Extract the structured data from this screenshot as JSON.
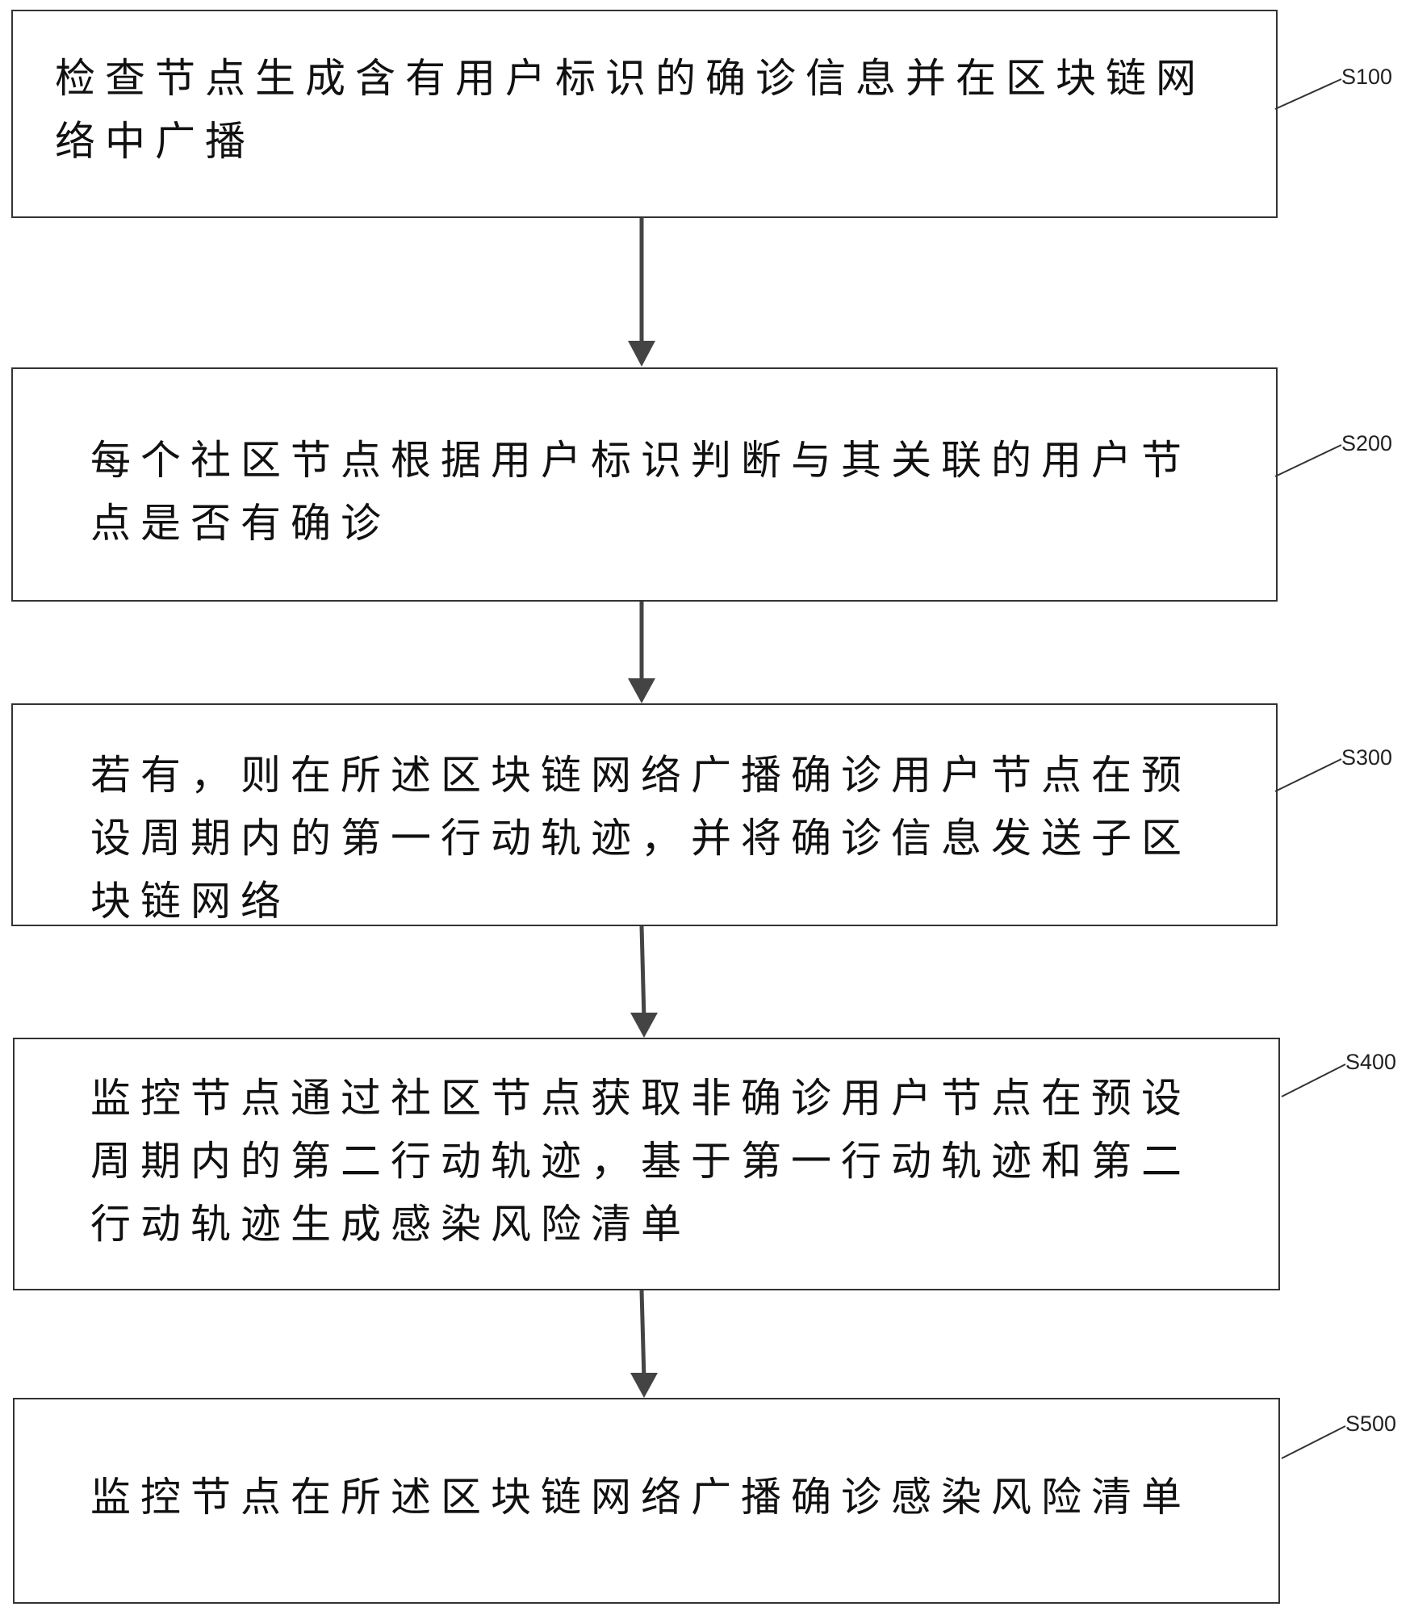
{
  "steps": [
    {
      "id": "S100",
      "text": "检查节点生成含有用户标识的确诊信息并在区块链网\n络中广播"
    },
    {
      "id": "S200",
      "text": "每个社区节点根据用户标识判断与其关联的用户节\n点是否有确诊"
    },
    {
      "id": "S300",
      "text": "若有，则在所述区块链网络广播确诊用户节点在预\n设周期内的第一行动轨迹，并将确诊信息发送子区\n块链网络"
    },
    {
      "id": "S400",
      "text": "监控节点通过社区节点获取非确诊用户节点在预设\n周期内的第二行动轨迹，基于第一行动轨迹和第二\n行动轨迹生成感染风险清单"
    },
    {
      "id": "S500",
      "text": "监控节点在所述区块链网络广播确诊感染风险清单"
    }
  ],
  "colors": {
    "border": "#333333",
    "arrow": "#444444",
    "text": "#111111"
  }
}
